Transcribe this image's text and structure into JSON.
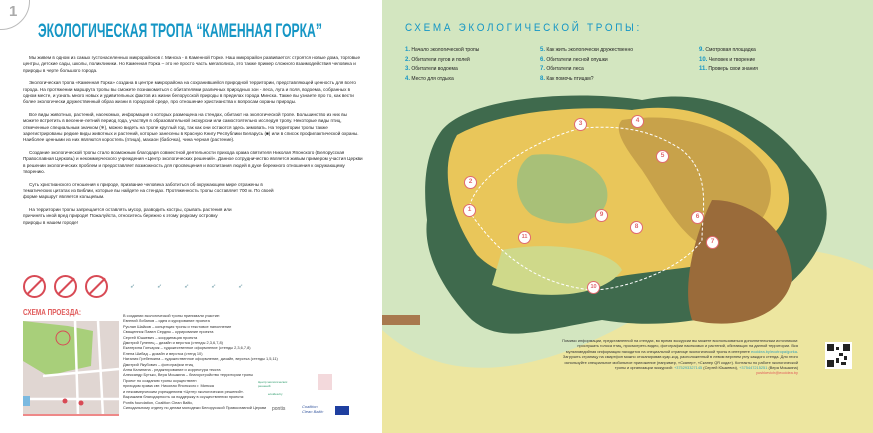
{
  "page_number": "1",
  "title": "ЭКОЛОГИЧЕСКАЯ  ТРОПА “КАМЕННАЯ ГОРКА”",
  "paragraphs": [
    "Мы живем в одном из самых густонаселенных микрорайонов г. Минска - в Каменной Горке. Наш микрорайон развивается: строятся новые дома, торговые центры, детские сады, школы, поликлиники. Но Каменная Горка – это не просто часть мегаполиса, это также пример сложного взаимодействия человека и природы в черте большого города.",
    "Экологическая тропа «Каменная Горка» создана в центре микрорайона на сохранившейся природной территории, представляющей ценность для всего города. На протяжении маршрута тропы вы сможете познакомиться с обитателями различных природных зон - леса, луга и поля, водоема, собранных в одном месте, и узнать много новых и удивительных фактов из жизни белорусской природы в пределах города Минска. Также вы узнаете про то, как вести более экологически дружественный образ жизни в городской среде, про отношение христианства к вопросам охраны природы.",
    "Все виды животных, растений, насекомых, информация о которых размещена на стендах, обитают на экологической тропе. Большинство из них вы можете встретить в весенне-летний период года, участвуя в образовательной экскурсии или самостоятельно исследуя тропу. Некоторые виды птиц, отмеченные специальным значком (❄), можно видеть на тропе круглый год, так как они остаются здесь зимовать. На территории тропы также зарегистрированы редкие виды животных и растений, которые занесены в Красную Книгу Республики Беларусь (■) или в список профилактической охраны. Наиболее ценными из них являются коростель (птица), махаон (бабочка), чина черная (растение).",
    "Создание экологической тропы стало возможным благодаря совместной деятельности прихода храма святителя Николая Японского (Белорусская Православная Церковь) и некоммерческого учреждения «Центр экологических решений». Данное сотрудничество является живым примером участия Церкви в решении экологических проблем и предоставляет возможность для просвещения и воспитания людей в духе бережного отношения к окружающему творению.",
    "Суть христианского отношения к природе, призвание человека заботиться об окружающем мире отражены в тематических цитатах из Библии, которые вы найдете на стендах. Протяженность тропы составляет 700 м. По своей форме маршрут  является кольцевым.",
    "На территории тропы запрещается оставлять мусор, разводить костры, срывать растения или причинять иной вред природе! Пожалуйста, относитесь бережно к этому редкому островку природы в нашем городе!"
  ],
  "route_title": "СХЕМА ПРОЕЗДА:",
  "credits": [
    "В создании экологической тропы принимали участие:",
    "Евгений Лобанов – идея и курирование проекта",
    "Руслан Шайков – концепция тропы и текстовое наполнение",
    "Священник Павел Сердюк – курирование проекта",
    "Сергей Юшкевич – координация проекта",
    "Дмитрий Гуленец – дизайн и верстка (стенды 2,3,6,7,8)",
    "Екатерина Гончарик – художественное оформление (стенды 2,3,6,7,8)",
    "Елена Шибад – дизайн и верстка (стенд 10)",
    "Наталия Гребенкина – художественное оформление, дизайн, верстка (стенды 1,5,11)",
    "Дмитрий Якубович – фотографии птиц",
    "Анна Калинина - редактирование и корректура текста",
    "Александр Бутько, Вера Мошкина – благоустройство территории тропы",
    "Проект по созданию тропы осуществлен",
    "приходом храма свт. Николая Японского г. Минска",
    "и некоммерческим учреждением «Центр экологических решений».",
    "Выражаем благодарность за поддержку в осуществлении проекта:",
    "Pontis foundation,  Coalition Clean Baltic,",
    "Синодальному отделу по делам молодежи Белорусской Православной Церкви"
  ],
  "logos": [
    "Центр экологических решений",
    "ecoidea.by",
    "pontis",
    "Coalition Clean Baltic"
  ],
  "scheme_title": "СХЕМА ЭКОЛОГИЧЕСКОЙ ТРОПЫ:",
  "legend": [
    {
      "n": "1.",
      "label": "Начало экологической тропы"
    },
    {
      "n": "2.",
      "label": "Обитатели лугов и полей"
    },
    {
      "n": "3.",
      "label": "Обитатели водоема"
    },
    {
      "n": "4.",
      "label": "Место для отдыха"
    },
    {
      "n": "5.",
      "label": "Как жить экологически дружественно"
    },
    {
      "n": "6.",
      "label": "Обитатели лесной опушки"
    },
    {
      "n": "7.",
      "label": "Обитатели леса"
    },
    {
      "n": "8.",
      "label": "Как помочь птицам?"
    },
    {
      "n": "9.",
      "label": "Смотровая площадка"
    },
    {
      "n": "10.",
      "label": "Человек и творение"
    },
    {
      "n": "11.",
      "label": "Проверь свои знания"
    }
  ],
  "markers": [
    "1",
    "2",
    "3",
    "4",
    "5",
    "6",
    "7",
    "8",
    "9",
    "10",
    "11"
  ],
  "info": {
    "text1": "Помимо информации, представленной на стендах, во время экскурсии вы можете воспользоваться дополнительным источником: прослушать голоса птиц, просмотреть видео, фотографии насекомых и растений, обитающих на данной территории. Вся мультимедийная информация находится на специальной странице экологической тропы в интернете",
    "link": "ecoidea.by/ecotropa/gorka",
    "text2": ". Загрузить страницу на смартфон можно отсканировав куар-код, расположенный в левом верхнем углу каждого стенда. Для этого используйте специальное мобильное приложение  (например, «Сканер», «Сканер QR кода»). Контакты по работе экологической тропы и организации экскурсий:",
    "phone1": "+375293327145",
    "name1": " (Сергей Юшкевич), ",
    "phone2": "+375447215251",
    "name2": " (Вера Мошкина)",
    "email": "yushkevich@ecoidea.by"
  },
  "colors": {
    "accent": "#1596c5",
    "red": "#e05a5a",
    "bg_green": "#d3e6c0",
    "bg_yellow": "#ede6a0"
  }
}
